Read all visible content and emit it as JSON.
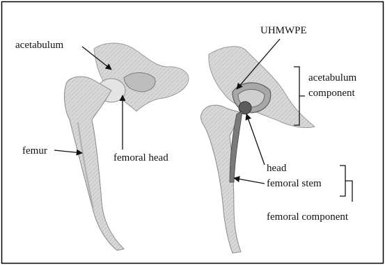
{
  "labels": {
    "acetabulum": "acetabulum",
    "uhmwpe": "UHMWPE",
    "acetabulum_component_line1": "acetabulum",
    "acetabulum_component_line2": "component",
    "femur": "femur",
    "femoral_head": "femoral head",
    "head": "head",
    "femoral_stem": "femoral stem",
    "femoral_component": "femoral component"
  },
  "colors": {
    "frame": "#000000",
    "bone_fill": "#dcdcdc",
    "bone_stroke": "#8a8a8a",
    "shadow": "#6e6e6e",
    "label": "#111111"
  }
}
